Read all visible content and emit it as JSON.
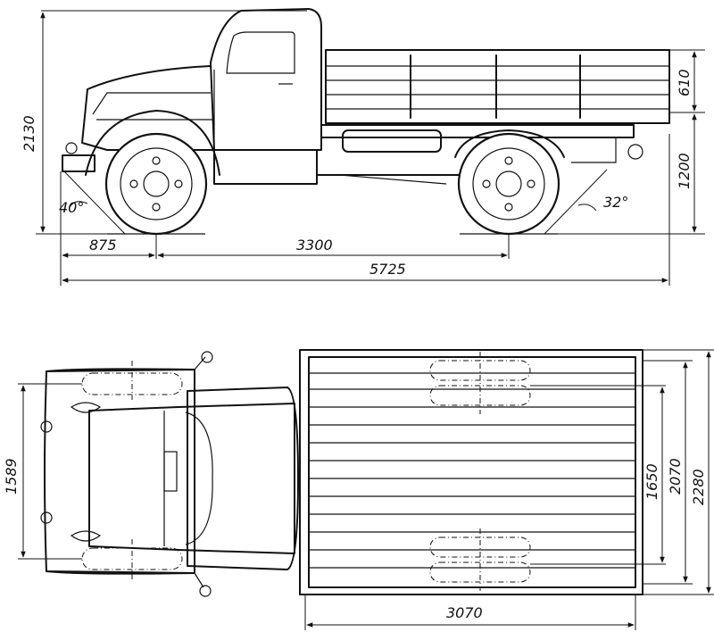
{
  "side_view": {
    "overall_length": "5725",
    "wheelbase": "3300",
    "front_overhang": "875",
    "overall_height": "2130",
    "platform_side_height": "610",
    "platform_floor_height": "1200",
    "approach_angle": "40°",
    "departure_angle": "32°"
  },
  "top_view": {
    "front_track": "1589",
    "platform_length": "3070",
    "platform_inner_width": "1650",
    "platform_outer_width": "2070",
    "overall_width": "2280"
  },
  "colors": {
    "line": "#111111",
    "background": "#ffffff"
  }
}
